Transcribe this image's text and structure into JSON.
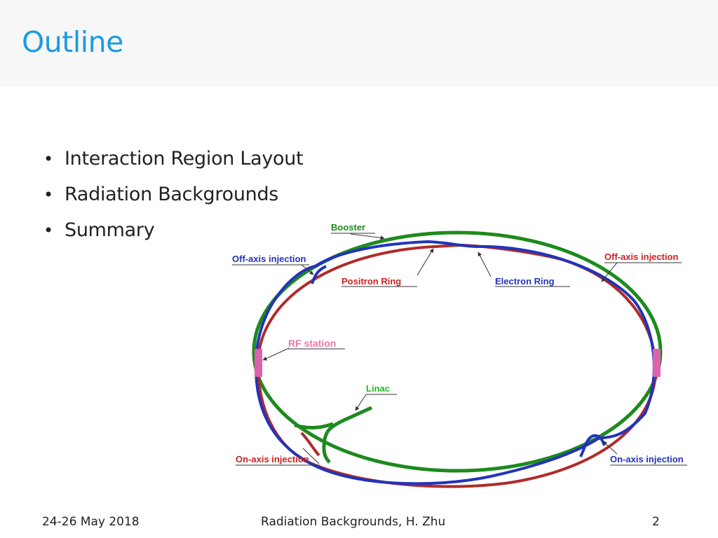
{
  "slide": {
    "title": "Outline",
    "bullets": [
      "Interaction Region Layout",
      "Radiation Backgrounds",
      "Summary"
    ]
  },
  "diagram": {
    "labels": {
      "booster": "Booster",
      "off_axis_left": "Off-axis injection",
      "positron_ring": "Positron Ring",
      "electron_ring": "Electron Ring",
      "off_axis_right": "Off-axis injection",
      "rf_station": "RF station",
      "linac": "Linac",
      "on_axis_left": "On-axis injection",
      "on_axis_right": "On-axis injection"
    },
    "colors": {
      "booster": "#1e8a1e",
      "electron": "#2233bb",
      "positron": "#b02a2a",
      "rf": "#e060b0",
      "rf_label": "#ee77aa",
      "linac_label": "#22bb22",
      "off_axis_label": "#2233bb",
      "on_axis_label": "#cc2222"
    }
  },
  "footer": {
    "date": "24-26 May 2018",
    "center": "Radiation Backgrounds, H. Zhu",
    "page": "2"
  }
}
